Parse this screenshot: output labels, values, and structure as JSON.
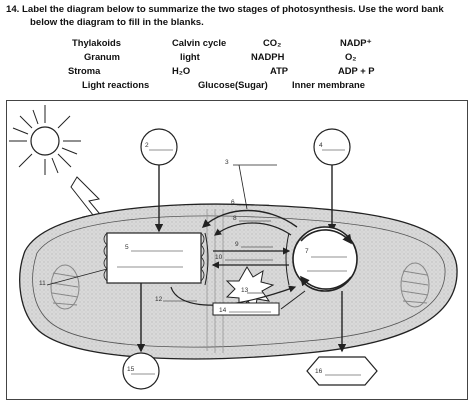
{
  "question": {
    "number": "14.",
    "line1": "Label the diagram below to summarize the two stages of photosynthesis. Use the word bank",
    "line2": "below the diagram to fill in the blanks."
  },
  "word_bank": [
    [
      "Thylakoids",
      "Calvin cycle",
      "CO₂",
      "NADP⁺"
    ],
    [
      "Granum",
      "light",
      "NADPH",
      "O₂"
    ],
    [
      "Stroma",
      "H₂O",
      "ATP",
      "ADP + P"
    ],
    [
      "Light reactions",
      "Glucose(Sugar)",
      "Inner membrane"
    ]
  ],
  "blank_numbers": [
    "2",
    "3",
    "4",
    "5",
    "6",
    "7",
    "8",
    "9",
    "10",
    "11",
    "12",
    "13",
    "14",
    "15",
    "16"
  ]
}
